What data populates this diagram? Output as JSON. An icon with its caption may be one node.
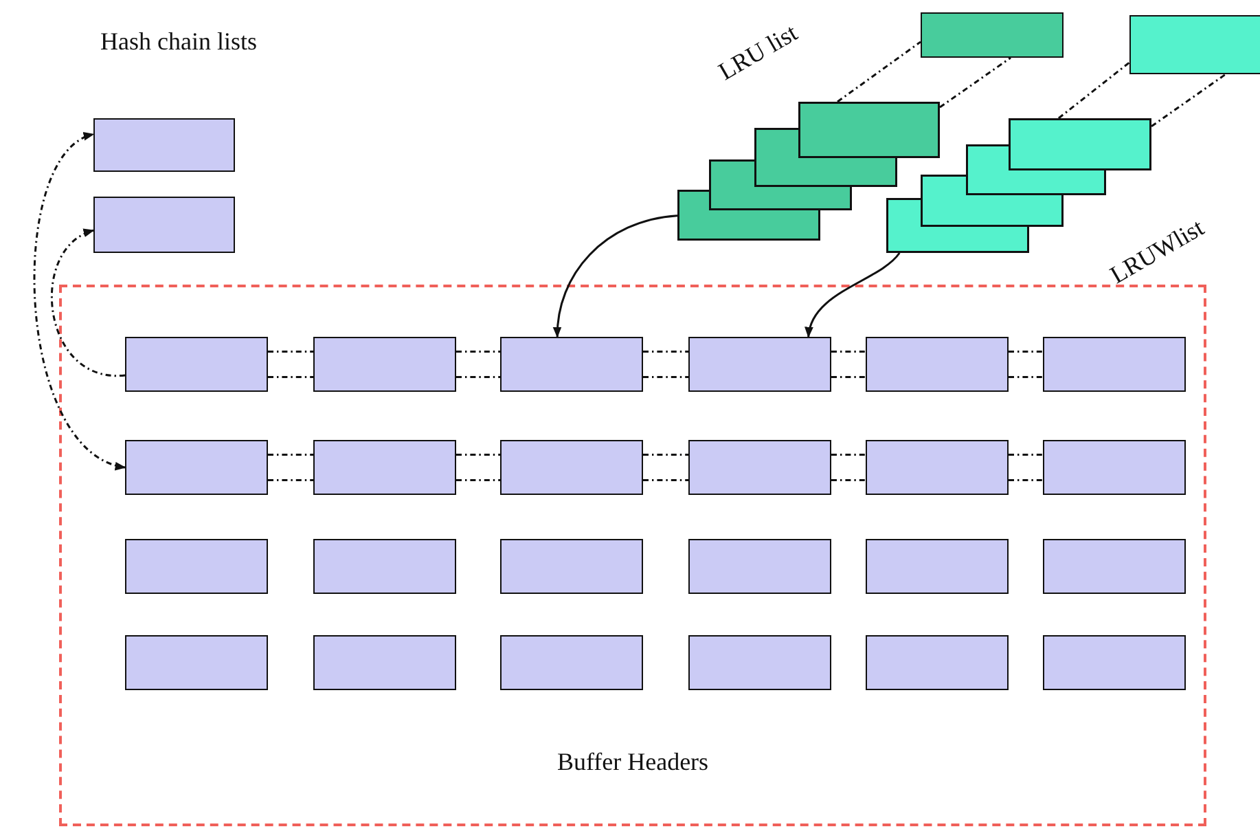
{
  "diagram": {
    "nodes": [
      {
        "text": [],
        "shape": "box"
      },
      {
        "text": [],
        "shape": "box"
      },
      {
        "text": [],
        "shape": "box"
      },
      {
        "text": [],
        "shape": "stack"
      },
      {
        "text": [],
        "shape": "box"
      },
      {
        "text": [],
        "shape": "stack"
      },
      {
        "text": [
          "Buffer Headers"
        ]
      },
      {
        "text": [],
        "shape": "box",
        "in": 6
      },
      {
        "text": [],
        "shape": "box",
        "in": 6
      },
      {
        "text": [],
        "shape": "box",
        "in": 6
      },
      {
        "text": [],
        "shape": "box",
        "in": 6
      },
      {
        "text": [],
        "shape": "box",
        "in": 6
      },
      {
        "text": [],
        "shape": "box",
        "in": 6
      },
      {
        "text": [],
        "shape": "box",
        "in": 6
      },
      {
        "text": [],
        "shape": "box",
        "in": 6
      },
      {
        "text": [],
        "shape": "box",
        "in": 6
      },
      {
        "text": [],
        "shape": "box",
        "in": 6
      },
      {
        "text": [],
        "shape": "box",
        "in": 6
      },
      {
        "text": [],
        "shape": "box",
        "in": 6
      },
      {
        "text": [],
        "shape": "box",
        "in": 6
      },
      {
        "text": [],
        "shape": "box",
        "in": 6
      },
      {
        "text": [],
        "shape": "box",
        "in": 6
      },
      {
        "text": [],
        "shape": "box",
        "in": 6
      },
      {
        "text": [],
        "shape": "box",
        "in": 6
      },
      {
        "text": [],
        "shape": "box",
        "in": 6
      },
      {
        "text": [],
        "shape": "box",
        "in": 6
      },
      {
        "text": [],
        "shape": "box",
        "in": 6
      },
      {
        "text": [],
        "shape": "box",
        "in": 6
      },
      {
        "text": [],
        "shape": "box",
        "in": 6
      },
      {
        "text": [],
        "shape": "box",
        "in": 6
      },
      {
        "text": [],
        "shape": "box",
        "in": 6
      }
    ],
    "edges": [
      {
        "from": 13,
        "to": 0,
        "arrow": "both",
        "style": "dashed"
      },
      {
        "from": 7,
        "to": 1,
        "arrow": "to",
        "style": "dashed"
      },
      {
        "from": 3,
        "to": 9,
        "arrow": "to"
      },
      {
        "from": 5,
        "to": 10,
        "arrow": "to"
      },
      {
        "from": 3,
        "to": 2,
        "arrow": "none",
        "style": "dashed"
      },
      {
        "from": 3,
        "to": 2,
        "arrow": "none",
        "style": "dashed"
      },
      {
        "from": 5,
        "to": 4,
        "arrow": "none",
        "style": "dashed"
      },
      {
        "from": 5,
        "to": 4,
        "arrow": "none",
        "style": "dashed"
      },
      {
        "from": 7,
        "to": 8,
        "arrow": "none",
        "style": "dashed"
      },
      {
        "from": 7,
        "to": 8,
        "arrow": "none",
        "style": "dashed"
      },
      {
        "from": 8,
        "to": 9,
        "arrow": "none",
        "style": "dashed"
      },
      {
        "from": 8,
        "to": 9,
        "arrow": "none",
        "style": "dashed"
      },
      {
        "from": 9,
        "to": 10,
        "arrow": "none",
        "style": "dashed"
      },
      {
        "from": 9,
        "to": 10,
        "arrow": "none",
        "style": "dashed"
      },
      {
        "from": 10,
        "to": 11,
        "arrow": "none",
        "style": "dashed"
      },
      {
        "from": 10,
        "to": 11,
        "arrow": "none",
        "style": "dashed"
      },
      {
        "from": 11,
        "to": 12,
        "arrow": "none",
        "style": "dashed"
      },
      {
        "from": 11,
        "to": 12,
        "arrow": "none",
        "style": "dashed"
      },
      {
        "from": 13,
        "to": 14,
        "arrow": "none",
        "style": "dashed"
      },
      {
        "from": 13,
        "to": 14,
        "arrow": "none",
        "style": "dashed"
      },
      {
        "from": 14,
        "to": 15,
        "arrow": "none",
        "style": "dashed"
      },
      {
        "from": 14,
        "to": 15,
        "arrow": "none",
        "style": "dashed"
      },
      {
        "from": 15,
        "to": 16,
        "arrow": "none",
        "style": "dashed"
      },
      {
        "from": 15,
        "to": 16,
        "arrow": "none",
        "style": "dashed"
      },
      {
        "from": 16,
        "to": 17,
        "arrow": "none",
        "style": "dashed"
      },
      {
        "from": 16,
        "to": 17,
        "arrow": "none",
        "style": "dashed"
      },
      {
        "from": 17,
        "to": 18,
        "arrow": "none",
        "style": "dashed"
      },
      {
        "from": 17,
        "to": 18,
        "arrow": "none",
        "style": "dashed"
      }
    ],
    "labels": [
      "Hash chain lists",
      "LRU list",
      "LRUWlist"
    ]
  }
}
